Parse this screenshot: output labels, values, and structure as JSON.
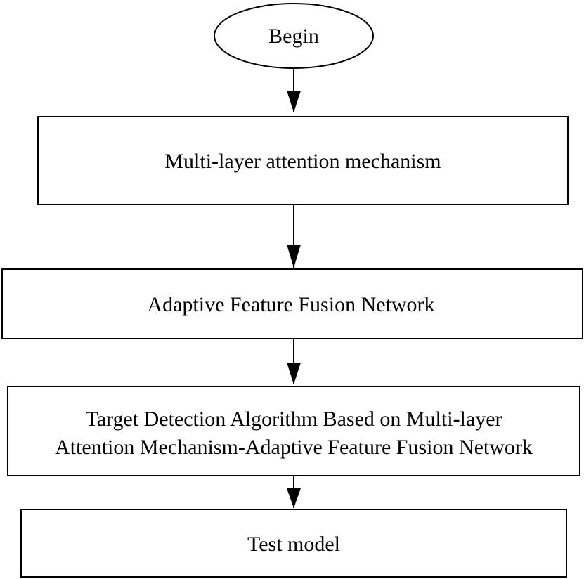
{
  "diagram": {
    "type": "flowchart",
    "direction": "top-to-bottom",
    "nodes": [
      {
        "id": "begin",
        "shape": "ellipse",
        "lines": [
          "Begin"
        ]
      },
      {
        "id": "attention",
        "shape": "rectangle",
        "lines": [
          "Multi-layer attention mechanism"
        ]
      },
      {
        "id": "fusion",
        "shape": "rectangle",
        "lines": [
          "Adaptive Feature Fusion Network"
        ]
      },
      {
        "id": "detection",
        "shape": "rectangle",
        "lines": [
          "Target Detection Algorithm Based on Multi-layer",
          "Attention Mechanism-Adaptive Feature Fusion Network"
        ]
      },
      {
        "id": "test",
        "shape": "rectangle",
        "lines": [
          "Test model"
        ]
      }
    ],
    "edges": [
      {
        "from": "begin",
        "to": "attention"
      },
      {
        "from": "attention",
        "to": "fusion"
      },
      {
        "from": "fusion",
        "to": "detection"
      },
      {
        "from": "detection",
        "to": "test"
      }
    ],
    "colors": {
      "stroke": "#000000",
      "fill": "#ffffff",
      "text": "#000000"
    }
  }
}
